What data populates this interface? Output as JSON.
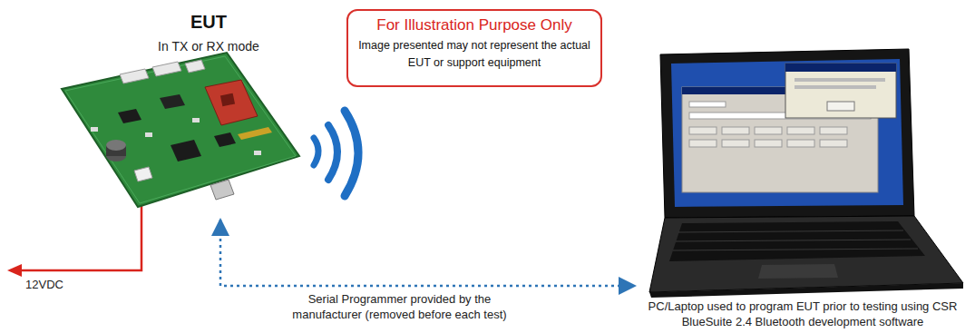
{
  "diagram": {
    "nodes": [
      {
        "text": [
          "EUT",
          "In TX or RX mode"
        ]
      },
      {
        "text": [
          "For Illustration Purpose Only",
          "Image presented may not represent the actual EUT or support equipment"
        ]
      },
      {
        "text": [
          "PC/Laptop used to program EUT prior to testing using CSR BlueSuite 2.4 Bluetooth development software"
        ]
      }
    ],
    "edges": [
      {
        "from": 0,
        "to": 2,
        "arrow": "both",
        "label": "Serial Programmer provided by the manufacturer (removed before each test)"
      }
    ],
    "labels": [
      "12VDC"
    ]
  }
}
